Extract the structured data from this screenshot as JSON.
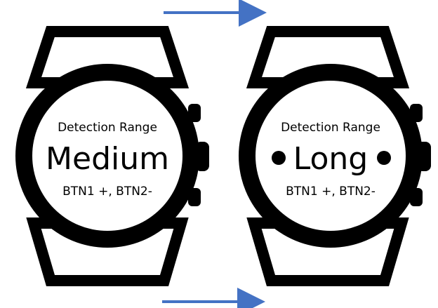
{
  "watches": [
    {
      "detection_label": "Detection Range",
      "value": "Medium",
      "button_hint": "BTN1 +, BTN2-",
      "side_dots": false
    },
    {
      "detection_label": "Detection Range",
      "value": "Long",
      "button_hint": "BTN1 +, BTN2-",
      "side_dots": true
    }
  ],
  "colors": {
    "arrow": "#4472C4",
    "watch": "#000000",
    "face": "#ffffff"
  }
}
